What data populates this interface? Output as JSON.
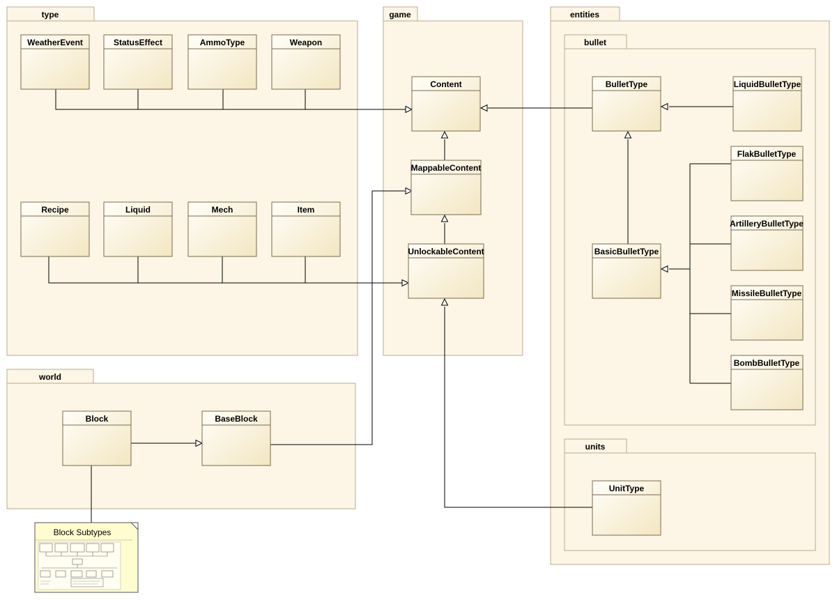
{
  "packages": {
    "type": "type",
    "game": "game",
    "entities": "entities",
    "bullet": "bullet",
    "units": "units",
    "world": "world"
  },
  "classes": {
    "weather_event": "WeatherEvent",
    "status_effect": "StatusEffect",
    "ammo_type": "AmmoType",
    "weapon": "Weapon",
    "recipe": "Recipe",
    "liquid": "Liquid",
    "mech": "Mech",
    "item": "Item",
    "content": "Content",
    "mappable_content": "MappableContent",
    "unlockable_content": "UnlockableContent",
    "bullet_type": "BulletType",
    "liquid_bullet_type": "LiquidBulletType",
    "basic_bullet_type": "BasicBulletType",
    "flak_bullet_type": "FlakBulletType",
    "artillery_bullet_type": "ArtilleryBulletType",
    "missile_bullet_type": "MissileBulletType",
    "bomb_bullet_type": "BombBulletType",
    "unit_type": "UnitType",
    "block": "Block",
    "base_block": "BaseBlock"
  },
  "note": {
    "title": "Block Subtypes"
  },
  "colors": {
    "package_fill": "#fdf6e6",
    "package_stroke": "#b9ab8e",
    "class_gradient_top": "#fffef8",
    "class_gradient_bottom": "#f3e6c2",
    "note_fill": "#fffdd0"
  }
}
